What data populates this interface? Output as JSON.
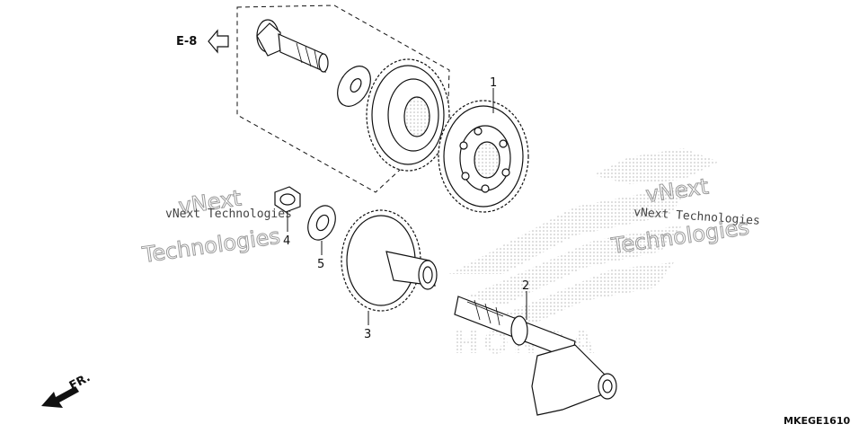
{
  "diagram": {
    "ref_label": "E-8",
    "fr_label": "FR.",
    "part_code": "MKEGE1610",
    "callouts": [
      "1",
      "2",
      "3",
      "4",
      "5"
    ],
    "watermark_small": "vNext Technologies",
    "watermark_large": "vNext",
    "watermark_large2": "Technologies",
    "logo_text": "HONDA",
    "colors": {
      "line": "#111111",
      "dots": "#b8b8b8",
      "watermark": "#9a9a9a"
    }
  }
}
